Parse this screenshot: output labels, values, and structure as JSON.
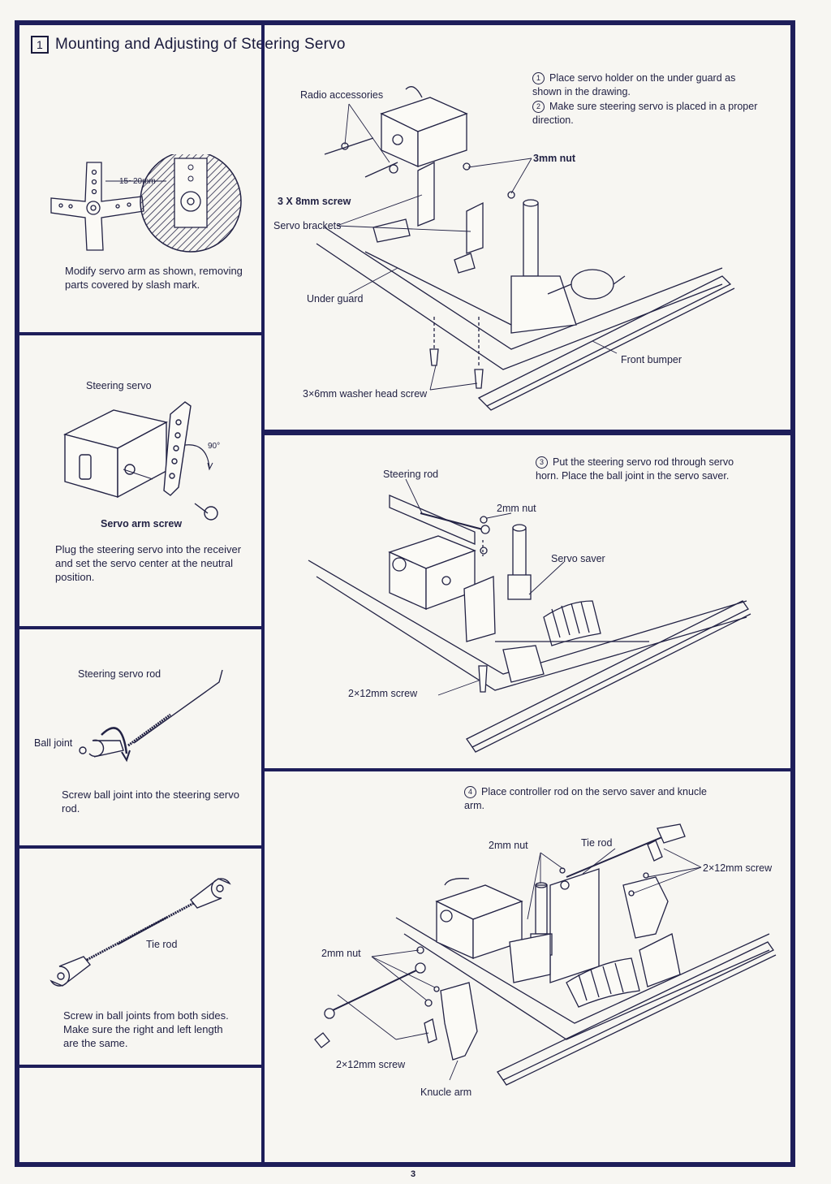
{
  "title": {
    "number": "1",
    "text": "Mounting and Adjusting of Steering Servo"
  },
  "left_panels": [
    {
      "caption": "Modify servo arm as shown, removing parts covered by slash mark.",
      "dimension": "15~20mm"
    },
    {
      "label_top": "Steering servo",
      "angle": "90°",
      "label_bottom": "Servo arm screw",
      "caption": "Plug the steering servo into the receiver and set the servo center at the neutral position."
    },
    {
      "label_top": "Steering servo rod",
      "label_side": "Ball joint",
      "caption": "Screw ball joint into the steering servo rod."
    },
    {
      "label_mid": "Tie rod",
      "caption": "Screw in ball joints from both sides.  Make sure the right and left length are the same."
    }
  ],
  "main_panel_1": {
    "steps": [
      {
        "num": "1",
        "text": "Place servo holder on the under guard as shown in the drawing."
      },
      {
        "num": "2",
        "text": "Make sure steering servo is placed in a proper direction."
      }
    ],
    "labels": {
      "radio": "Radio accessories",
      "nut": "3mm nut",
      "screw": "3 X 8mm screw",
      "brackets": "Servo brackets",
      "guard": "Under guard",
      "bumper": "Front bumper",
      "washer": "3×6mm washer head screw"
    }
  },
  "main_panel_2": {
    "steps": [
      {
        "num": "3",
        "text": "Put the steering servo rod through servo horn.  Place the ball joint in the servo saver."
      }
    ],
    "labels": {
      "rod": "Steering rod",
      "nut": "2mm nut",
      "saver": "Servo saver",
      "screw": "2×12mm screw"
    }
  },
  "main_panel_3": {
    "steps": [
      {
        "num": "4",
        "text": "Place controller rod on the servo saver and knucle arm."
      }
    ],
    "labels": {
      "nut_top": "2mm nut",
      "tierod": "Tie rod",
      "screw_right": "2×12mm screw",
      "nut_left": "2mm nut",
      "screw_bottom": "2×12mm screw",
      "knuckle": "Knucle arm"
    }
  },
  "page_number": "3",
  "colors": {
    "frame": "#1e1e5a",
    "ink": "#222244",
    "paper": "#f7f6f2"
  }
}
